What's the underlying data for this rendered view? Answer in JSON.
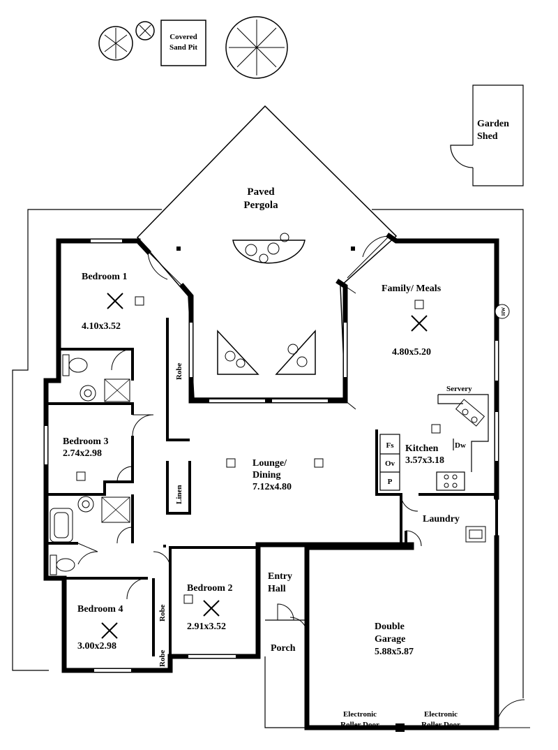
{
  "labels": {
    "sand_pit_1": "Covered",
    "sand_pit_2": "Sand Pit",
    "garden_shed_1": "Garden",
    "garden_shed_2": "Shed",
    "pergola_1": "Paved",
    "pergola_2": "Pergola",
    "bedroom1": "Bedroom 1",
    "bedroom1_dim": "4.10x3.52",
    "family_1": "Family/ Meals",
    "family_dim": "4.80x5.20",
    "servery": "Servery",
    "robe_1": "Robe",
    "bedroom3": "Bedroom 3",
    "bedroom3_dim": "2.74x2.98",
    "lounge_1": "Lounge/",
    "lounge_2": "Dining",
    "lounge_dim": "7.12x4.80",
    "kitchen": "Kitchen",
    "kitchen_dim": "3.57x3.18",
    "fs": "Fs",
    "ov": "Ov",
    "p": "P",
    "dw": "Dw",
    "linen": "Linen",
    "laundry": "Laundry",
    "entry_1": "Entry",
    "entry_2": "Hall",
    "bedroom2": "Bedroom 2",
    "bedroom2_dim": "2.91x3.52",
    "bedroom4": "Bedroom 4",
    "bedroom4_dim": "3.00x2.98",
    "robe_2": "Robe",
    "robe_3": "Robe",
    "porch": "Porch",
    "garage_1": "Double",
    "garage_2": "Garage",
    "garage_dim": "5.88x5.87",
    "door_left_1": "Electronic",
    "door_left_2": "Roller Door",
    "door_right_1": "Electronic",
    "door_right_2": "Roller Door",
    "hw": "HW"
  }
}
